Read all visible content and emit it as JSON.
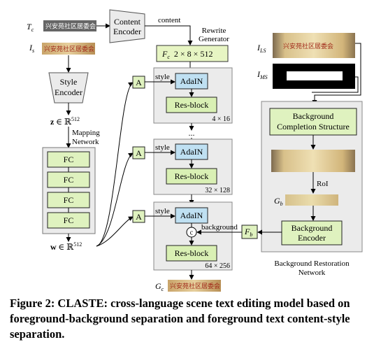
{
  "inputs": {
    "tc_label": "T",
    "tc_sub": "c",
    "tc_text": "兴安苑社区居委会",
    "is_label": "I",
    "is_sub": "s",
    "is_text": "兴安苑社区居委会",
    "ils_label": "I",
    "ils_sub": "LS",
    "ils_text": "兴安苑社区居委会",
    "ims_label": "I",
    "ims_sub": "MS"
  },
  "content_encoder": {
    "line1": "Content",
    "line2": "Encoder",
    "output_label": "content"
  },
  "style_encoder": {
    "line1": "Style",
    "line2": "Encoder"
  },
  "z_vector": {
    "sym": "z",
    "expr": "∈ ℝ",
    "sup": "512"
  },
  "mapping_network": {
    "line1": "Mapping",
    "line2": "Network",
    "fc_blocks": [
      "FC",
      "FC",
      "FC",
      "FC"
    ]
  },
  "w_vector": {
    "sym": "w",
    "expr": "∈ ℝ",
    "sup": "512"
  },
  "rewrite_generator": {
    "title1": "Rewrite",
    "title2": "Generator",
    "fc_label": "F",
    "fc_sub": "c",
    "fc_dims": "2 × 8 × 512",
    "style_label": "style",
    "a_label": "A",
    "adain_label": "AdaIN",
    "resblock_label": "Res-block",
    "stage_sizes": [
      "4 × 16",
      "32 × 128",
      "64 × 256"
    ],
    "ellipsis": "...",
    "concat_symbol": "c",
    "background_label": "background",
    "fb_label": "F",
    "fb_sub": "b",
    "gc_label": "G",
    "gc_sub": "c",
    "gc_text": "兴安苑社区居委会"
  },
  "background_network": {
    "completion_line1": "Background",
    "completion_line2": "Completion Structure",
    "roi_label": "RoI",
    "gb_label": "G",
    "gb_sub": "b",
    "encoder_line1": "Background",
    "encoder_line2": "Encoder",
    "title1": "Background Restoration",
    "title2": "Network"
  },
  "caption": "Figure 2: CLASTE: cross-language scene text editing model based on foreground-background separation and foreground text content-style separation.",
  "colors": {
    "panel_gray": "#ebebeb",
    "fc_green": "#e7f5c3",
    "box_green": "#dff2bf",
    "adain_blue": "#bfe0f2",
    "resblock_green": "#d9f0b4"
  }
}
